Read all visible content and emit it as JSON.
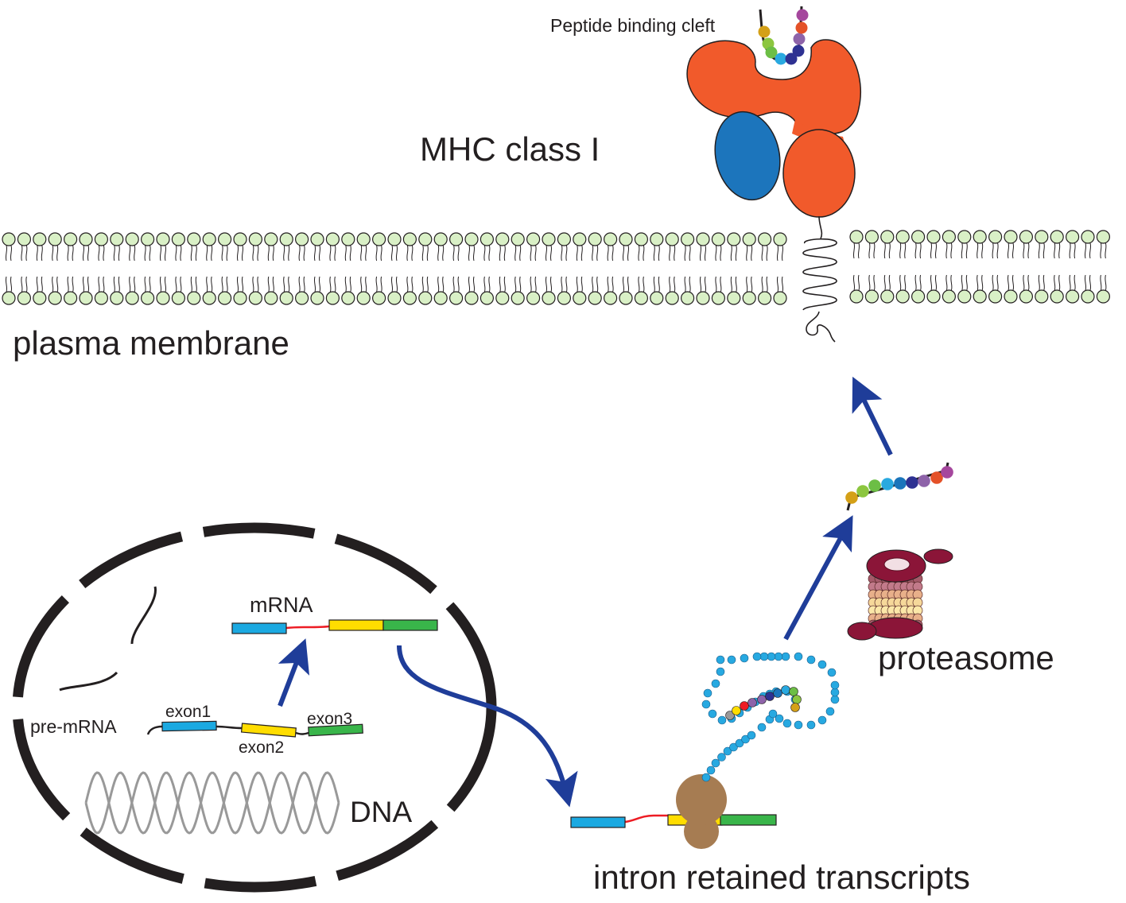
{
  "labels": {
    "peptide_binding_cleft": "Peptide binding cleft",
    "mhc_class_i": "MHC class I",
    "plasma_membrane": "plasma membrane",
    "mrna": "mRNA",
    "pre_mrna": "pre-mRNA",
    "exon1": "exon1",
    "exon2": "exon2",
    "exon3": "exon3",
    "dna": "DNA",
    "proteasome": "proteasome",
    "intron_retained_transcripts": "intron retained transcripts"
  },
  "colors": {
    "mhc_heavy_chain": "#f15a2b",
    "beta2_microglobulin": "#1c75bc",
    "lipid_head": "#d9f0c6",
    "exon1": "#1ba9e1",
    "exon2": "#ffdd00",
    "exon3": "#39b54a",
    "intron": "#ed1c24",
    "arrow": "#1f3d99",
    "ribosome": "#a67c52",
    "polypeptide": "#27a9e1",
    "proteasome_cap": "#8b1538",
    "nucleus_envelope": "#231f20",
    "dna": "#999999"
  },
  "peptide_colors": [
    "#d4a017",
    "#8cc63f",
    "#6cbe45",
    "#29a9e0",
    "#1b75bb",
    "#2e3192",
    "#8e63a9",
    "#e45128",
    "#a5479d"
  ]
}
